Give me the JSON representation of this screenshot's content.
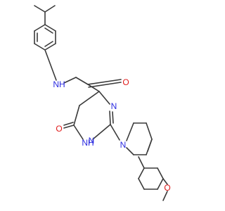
{
  "colors": {
    "background": "#ffffff",
    "bond": "#3a3a3a",
    "nitrogen": "#2a2ae0",
    "oxygen": "#e01a1a"
  },
  "labels": {
    "nh_amide": "NH",
    "o_amide": "O",
    "n_ring_3": "N",
    "o_keto": "O",
    "nh_ring_1": "NH",
    "n_pip_1": "N",
    "n_pip_4": "N",
    "o_methoxy": "O"
  }
}
